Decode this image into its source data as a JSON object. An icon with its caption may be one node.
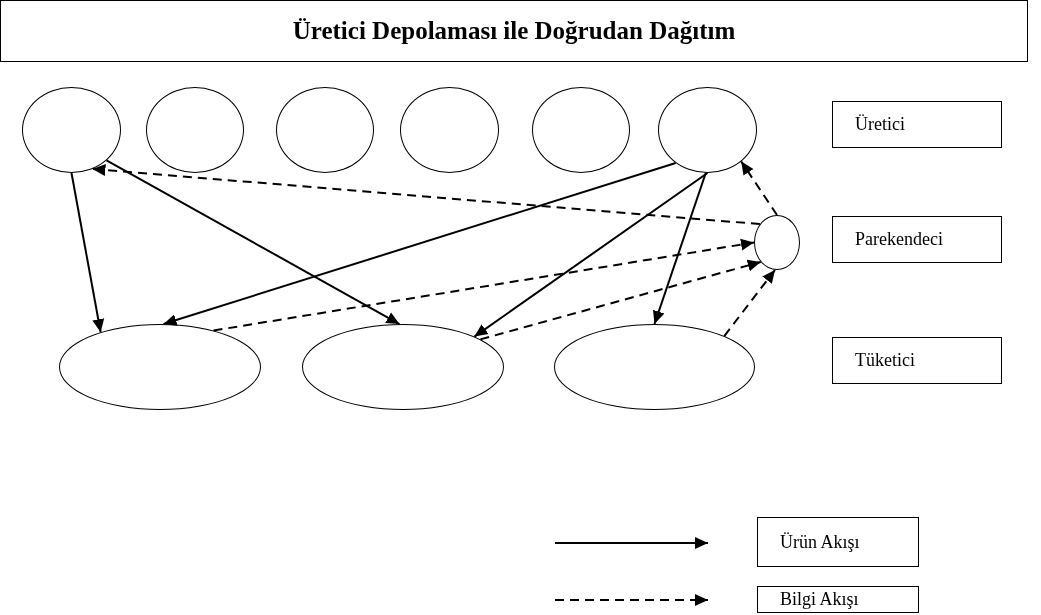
{
  "diagram": {
    "title": "Üretici Depolaması ile Doğrudan Dağıtım",
    "nodes": [
      {
        "text": [],
        "shape": "circle"
      },
      {
        "text": [],
        "shape": "circle"
      },
      {
        "text": [],
        "shape": "circle"
      },
      {
        "text": [],
        "shape": "circle"
      },
      {
        "text": [],
        "shape": "circle"
      },
      {
        "text": [],
        "shape": "circle"
      },
      {
        "text": [
          "Üretici"
        ]
      },
      {
        "text": [],
        "shape": "circle"
      },
      {
        "text": [
          "Parekendeci"
        ]
      },
      {
        "text": [],
        "shape": "circle"
      },
      {
        "text": [],
        "shape": "circle"
      },
      {
        "text": [],
        "shape": "circle"
      },
      {
        "text": [
          "Tüketici"
        ]
      }
    ],
    "edges": [
      {
        "from": 0,
        "to": 9,
        "arrow": "to"
      },
      {
        "from": 0,
        "to": 10,
        "arrow": "to"
      },
      {
        "from": 5,
        "to": 9,
        "arrow": "to"
      },
      {
        "from": 5,
        "to": 10,
        "arrow": "to"
      },
      {
        "from": 5,
        "to": 11,
        "arrow": "to"
      },
      {
        "from": 7,
        "to": 0,
        "arrow": "to",
        "style": "dashed"
      },
      {
        "from": 7,
        "to": 5,
        "arrow": "to",
        "style": "dashed"
      },
      {
        "from": 9,
        "to": 7,
        "arrow": "to",
        "style": "dashed"
      },
      {
        "from": 10,
        "to": 7,
        "arrow": "to",
        "style": "dashed"
      },
      {
        "from": 11,
        "to": 7,
        "arrow": "to",
        "style": "dashed"
      }
    ],
    "legend": [
      {
        "text": "Ürün Akışı"
      },
      {
        "text": "Bilgi Akışı"
      }
    ]
  }
}
